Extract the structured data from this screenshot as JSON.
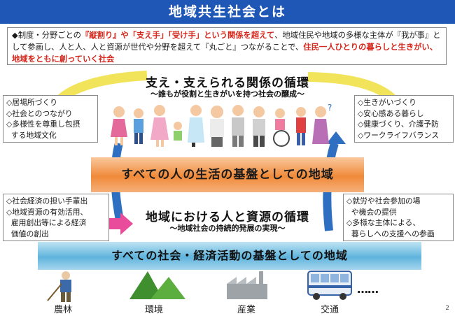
{
  "title": "地域共生社会とは",
  "intro": {
    "bullet": "◆",
    "parts": [
      {
        "text": "制度・分野ごとの",
        "red": false
      },
      {
        "text": "『縦割り』や「支え手」「受け手」という関係を超えて",
        "red": true
      },
      {
        "text": "、地域住民や地域の多様な主体が『我が事』として参画し、人と人、人と資源が世代や分野を超えて『丸ごと』つながることで、",
        "red": false
      },
      {
        "text": "住民一人ひとりの暮らしと生きがい、地域をともに創っていく社会",
        "red": true
      }
    ]
  },
  "upper_cycle": {
    "title": "支え・支えられる関係の循環",
    "subtitle": "～誰もが役割と生きがいを持つ社会の醸成～"
  },
  "left_top_box": "◇居場所づくり\n◇社会とのつながり\n◇多様性を尊重し包摂\n  する地域文化",
  "right_top_box": "◇生きがいづくり\n◇安心感ある暮らし\n◇健康づくり、介護予防\n◇ワークライフバランス",
  "band_life": "すべての人の生活の基盤としての地域",
  "left_bottom_box": "◇社会経済の担い手輩出\n◇地域資源の有効活用、\n  雇用創出等による経済\n  価値の創出",
  "right_bottom_box": "◇就労や社会参加の場\n  や機会の提供\n◇多様な主体による、\n  暮らしへの支援への参画",
  "lower_cycle": {
    "title": "地域における人と資源の循環",
    "subtitle": "～地域社会の持続的発展の実現～"
  },
  "band_economy": "すべての社会・経済活動の基盤としての地域",
  "bottom_items": [
    {
      "label": "農林",
      "icon": "farmer-icon"
    },
    {
      "label": "環境",
      "icon": "mountains-icon"
    },
    {
      "label": "産業",
      "icon": "factory-icon"
    },
    {
      "label": "交通",
      "icon": "bus-icon"
    }
  ],
  "ellipsis": "……",
  "page_number": "2",
  "colors": {
    "title_bg": "#1f57b7",
    "accent_red": "#d7261b",
    "arrow_yellow": "#f1e45a",
    "arrow_blue": "#2e6fc2",
    "arrow_pink": "#e94c9a",
    "band_orange": "#f08a39",
    "band_blue": "#5fb3dc"
  }
}
